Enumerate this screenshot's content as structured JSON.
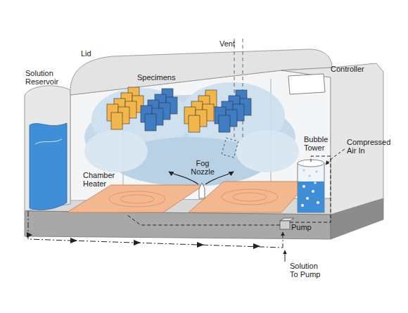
{
  "diagram": {
    "labels": [
      "Lid",
      "Vent",
      "Controller",
      "Solution Reservoir",
      "Specimens",
      "Bubble Tower",
      "Compressed Air In",
      "Chamber Heater",
      "Fog Nozzle",
      "Pump",
      "Solution To Pump"
    ]
  }
}
